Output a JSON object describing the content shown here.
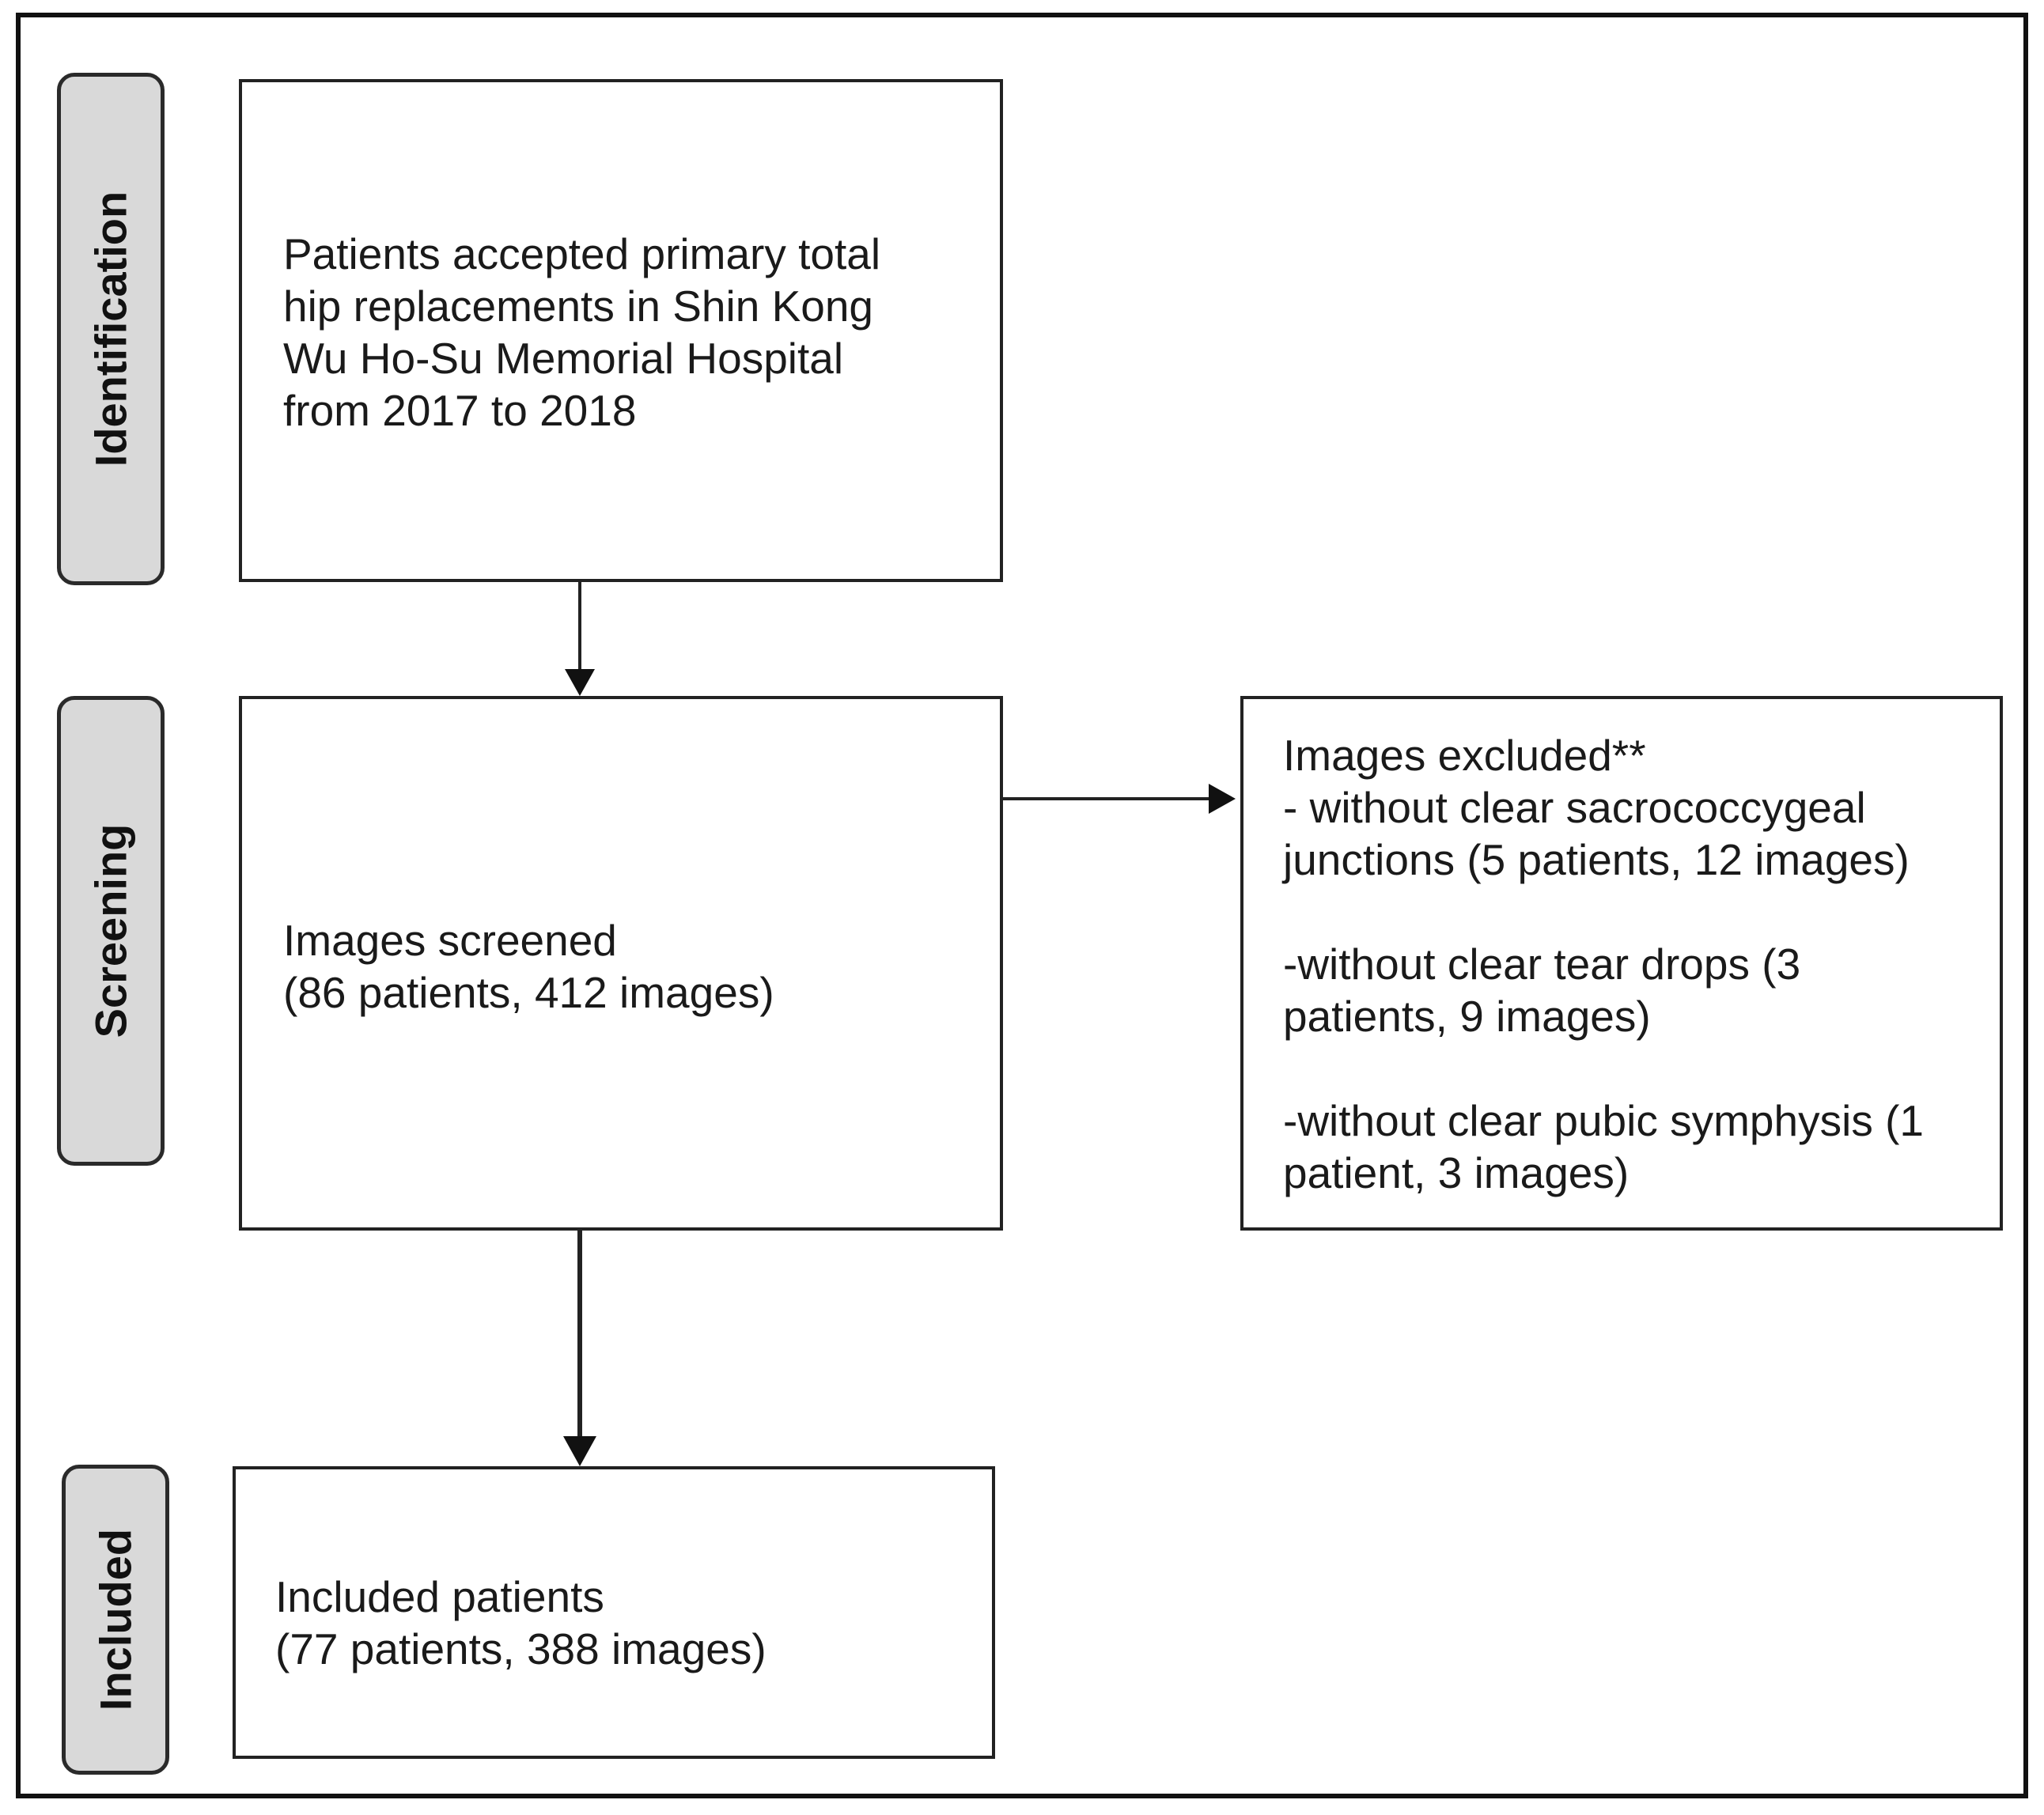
{
  "stages": {
    "identification": "Identification",
    "screening": "Screening",
    "included": "Included"
  },
  "boxes": {
    "identification": "Patients accepted primary total\nhip replacements in Shin Kong\nWu Ho-Su Memorial Hospital\nfrom 2017 to 2018",
    "screening": "Images screened\n(86 patients, 412 images)",
    "excluded": "Images excluded**\n- without clear sacrococcygeal\njunctions (5 patients, 12 images)\n\n-without clear tear drops (3\npatients, 9 images)\n\n-without clear pubic symphysis (1\npatient, 3 images)",
    "included": "Included patients\n(77 patients, 388 images)"
  }
}
